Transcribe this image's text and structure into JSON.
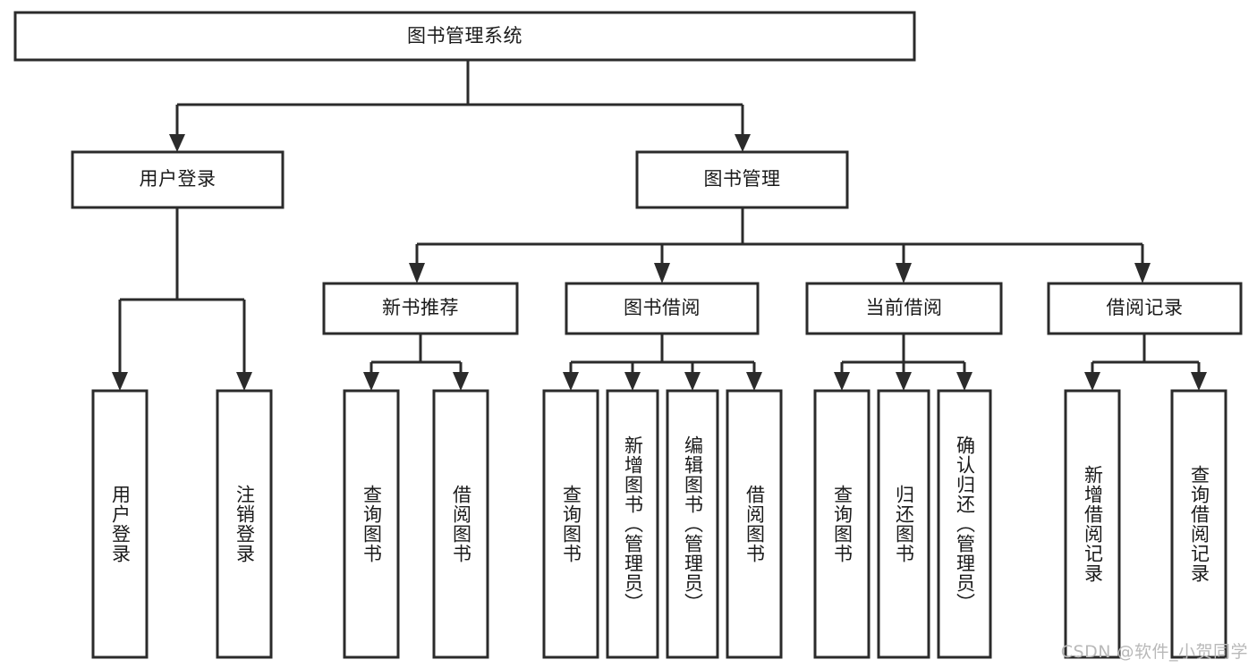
{
  "diagram": {
    "type": "tree-hierarchy",
    "title": "图书管理系统",
    "watermark": "CSDN @软件_小贺同学",
    "colors": {
      "box_stroke": "#2b2b2b",
      "box_fill": "#ffffff",
      "text": "#1a1a1a",
      "background": "#ffffff",
      "watermark": "#b9b9b9"
    },
    "root": {
      "label": "图书管理系统",
      "orientation": "horizontal"
    },
    "level2": [
      {
        "label": "用户登录",
        "orientation": "horizontal"
      },
      {
        "label": "图书管理",
        "orientation": "horizontal"
      }
    ],
    "level3": [
      {
        "label": "新书推荐",
        "orientation": "horizontal",
        "parent": "图书管理"
      },
      {
        "label": "图书借阅",
        "orientation": "horizontal",
        "parent": "图书管理"
      },
      {
        "label": "当前借阅",
        "orientation": "horizontal",
        "parent": "图书管理"
      },
      {
        "label": "借阅记录",
        "orientation": "horizontal",
        "parent": "图书管理"
      }
    ],
    "leaves": [
      {
        "label": "用户登录",
        "orientation": "vertical",
        "parent": "用户登录"
      },
      {
        "label": "注销登录",
        "orientation": "vertical",
        "parent": "用户登录"
      },
      {
        "label": "查询图书",
        "orientation": "vertical",
        "parent": "新书推荐"
      },
      {
        "label": "借阅图书",
        "orientation": "vertical",
        "parent": "新书推荐"
      },
      {
        "label": "查询图书",
        "orientation": "vertical",
        "parent": "图书借阅"
      },
      {
        "label": "新增图书（管理员）",
        "orientation": "vertical",
        "parent": "图书借阅"
      },
      {
        "label": "编辑图书（管理员）",
        "orientation": "vertical",
        "parent": "图书借阅"
      },
      {
        "label": "借阅图书",
        "orientation": "vertical",
        "parent": "图书借阅"
      },
      {
        "label": "查询图书",
        "orientation": "vertical",
        "parent": "当前借阅"
      },
      {
        "label": "归还图书",
        "orientation": "vertical",
        "parent": "当前借阅"
      },
      {
        "label": "确认归还（管理员）",
        "orientation": "vertical",
        "parent": "当前借阅"
      },
      {
        "label": "新增借阅记录",
        "orientation": "vertical",
        "parent": "借阅记录"
      },
      {
        "label": "查询借阅记录",
        "orientation": "vertical",
        "parent": "借阅记录"
      }
    ]
  }
}
